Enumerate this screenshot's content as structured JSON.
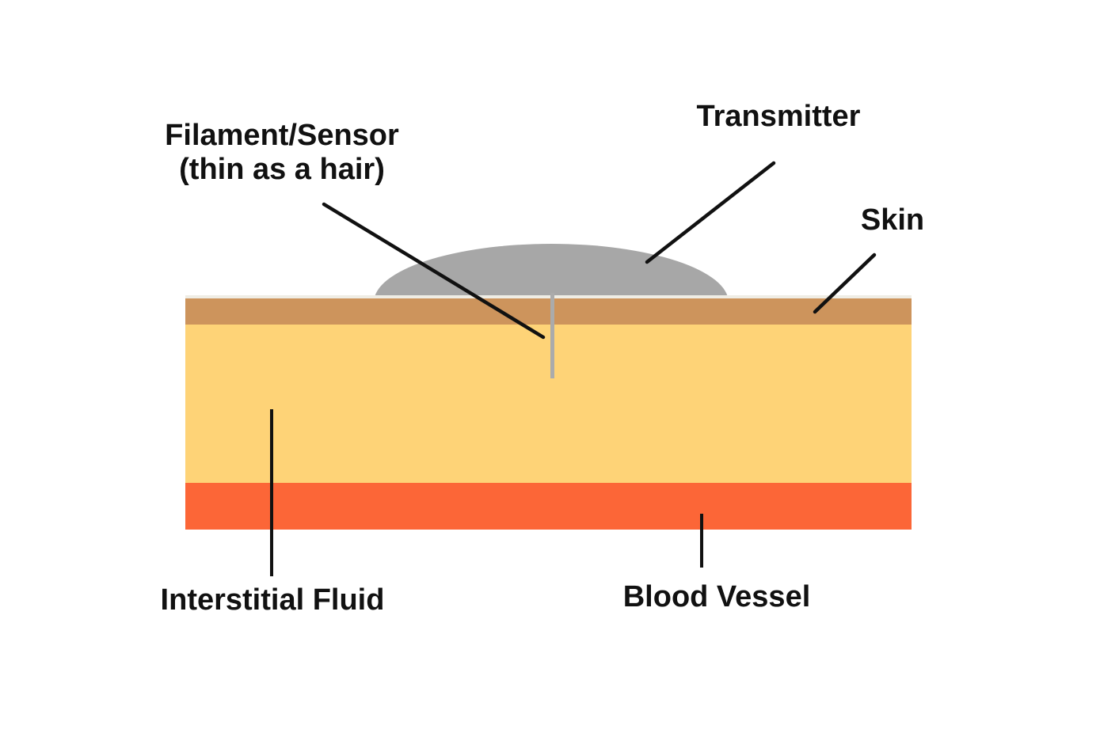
{
  "diagram": {
    "labels": {
      "filament": {
        "line1": "Filament/Sensor",
        "line2": "(thin as a hair)"
      },
      "transmitter": "Transmitter",
      "skin": "Skin",
      "interstitial_fluid": "Interstitial Fluid",
      "blood_vessel": "Blood Vessel"
    }
  },
  "colors": {
    "background": "#ffffff",
    "transmitter_gray": "#a7a7a7",
    "filament_gray": "#ababab",
    "skin_tan": "#cd945c",
    "skin_top_edge_cream": "#efede5",
    "interstitial_yellow": "#fed377",
    "blood_vessel_orange": "#fc6637",
    "leader_line_black": "#111111",
    "label_text_black": "#111111"
  }
}
